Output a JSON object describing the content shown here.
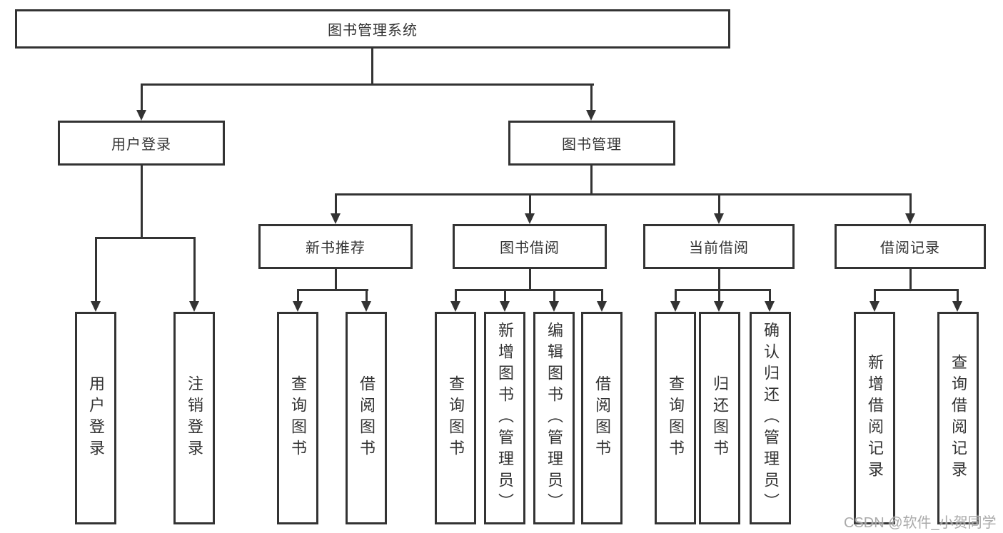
{
  "diagram": {
    "root": {
      "label": "图书管理系统"
    },
    "branches": [
      {
        "label": "用户登录",
        "children": [
          {
            "label": "用户登录"
          },
          {
            "label": "注销登录"
          }
        ]
      },
      {
        "label": "图书管理",
        "children": [
          {
            "label": "新书推荐",
            "children": [
              {
                "label": "查询图书"
              },
              {
                "label": "借阅图书"
              }
            ]
          },
          {
            "label": "图书借阅",
            "children": [
              {
                "label": "查询图书"
              },
              {
                "label": "新增图书（管理员）"
              },
              {
                "label": "编辑图书（管理员）"
              },
              {
                "label": "借阅图书"
              }
            ]
          },
          {
            "label": "当前借阅",
            "children": [
              {
                "label": "查询图书"
              },
              {
                "label": "归还图书"
              },
              {
                "label": "确认归还（管理员）"
              }
            ]
          },
          {
            "label": "借阅记录",
            "children": [
              {
                "label": "新增借阅记录"
              },
              {
                "label": "查询借阅记录"
              }
            ]
          }
        ]
      }
    ]
  },
  "watermark": {
    "text": "CSDN @软件_小贺同学"
  },
  "colors": {
    "line": "#333333",
    "text": "#333333",
    "background": "#ffffff",
    "watermark": "#9e9e9e"
  }
}
